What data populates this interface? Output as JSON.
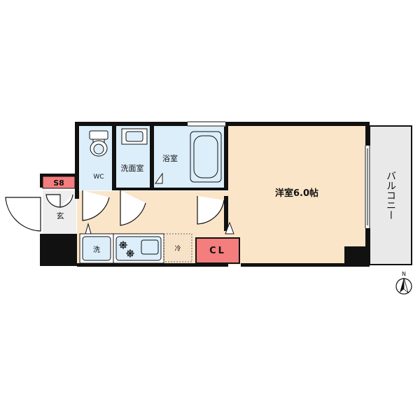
{
  "floorplan": {
    "labels": {
      "shoe_box": "S8",
      "entrance": "玄",
      "wc": "WC",
      "washroom": "洗面室",
      "bathroom": "浴室",
      "western_room": "洋室6.0帖",
      "washer": "洗",
      "fridge": "冷",
      "closet": "CL",
      "balcony": "バルコニー",
      "north": "N"
    },
    "colors": {
      "room_fill": "#fbe5c8",
      "wet_area_fill": "#dbeefa",
      "shoe_box_fill": "#f47d7d",
      "closet_fill": "#f47d7d",
      "entrance_fill": "#eeeeee",
      "balcony_fill": "#e9e9e9",
      "wall": "#111111"
    }
  }
}
